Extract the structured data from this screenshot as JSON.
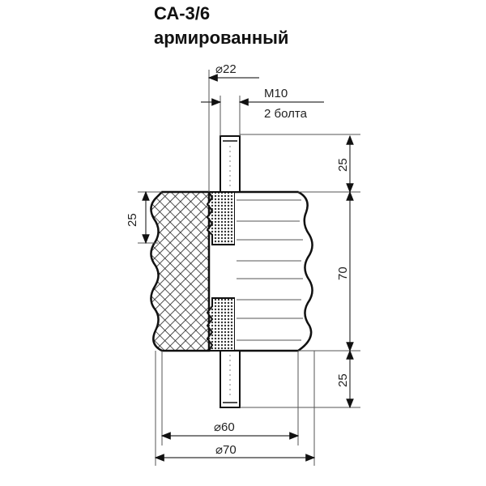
{
  "title": {
    "model": "СА-3/6",
    "subtitle": "армированный"
  },
  "dimensions": {
    "stud_dia": "⌀22",
    "thread": "M10",
    "bolts": "2 болта",
    "stud_top_len": "25",
    "body_height": "70",
    "stud_bottom_len": "25",
    "convolution_pitch": "25",
    "inner_dia": "⌀60",
    "outer_dia": "⌀70"
  },
  "colors": {
    "line": "#111111",
    "dim_line": "#555555",
    "background": "#ffffff"
  }
}
